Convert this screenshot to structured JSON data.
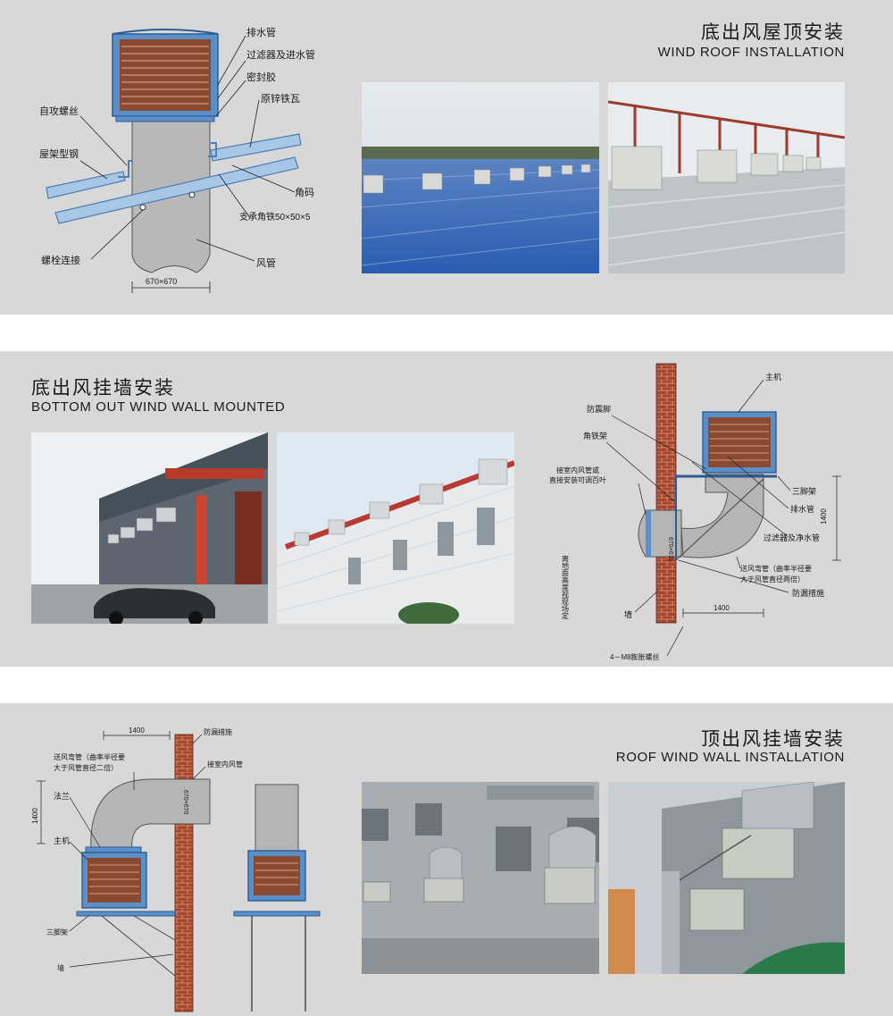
{
  "section1": {
    "title_zh": "底出风屋顶安装",
    "title_en": "WIND ROOF INSTALLATION",
    "labels": {
      "drain": "排水管",
      "filter_inlet": "过滤器及进水管",
      "sealant": "密封胶",
      "zinc_tile": "原锌铁瓦",
      "screw": "自攻螺丝",
      "steel": "屋架型钢",
      "angle_code": "角码",
      "support": "支承角铁50×50×5",
      "bolt": "螺栓连接",
      "duct": "风管",
      "dim": "670×670"
    }
  },
  "section2": {
    "title_zh": "底出风挂墙安装",
    "title_en": "BOTTOM OUT WIND WALL MOUNTED",
    "labels": {
      "host": "主机",
      "anti_vibration": "防震脚",
      "angle_frame": "角铁架",
      "connect_duct": "接室内风管或",
      "connect_duct2": "直接安装可调百叶",
      "tripod": "三脚架",
      "drain": "排水管",
      "filter_clean": "过滤器及净水管",
      "elbow": "送风弯管（曲率半径要",
      "elbow2": "大于风管直径两倍）",
      "seal": "防漏措施",
      "wall": "墙",
      "height_note": "离地面高度视现场定",
      "bolts": "4－M8膨胀螺丝",
      "dim_w": "1400",
      "dim_h": "1400",
      "dim_duct": "670×670"
    }
  },
  "section3": {
    "title_zh": "顶出风挂墙安装",
    "title_en": "ROOF WIND WALL INSTALLATION",
    "labels": {
      "seal": "防漏措施",
      "elbow": "送风弯管（曲率半径要",
      "elbow2": "大于风管直径二倍）",
      "indoor_duct": "接室内风管",
      "flange": "法兰",
      "host": "主机",
      "tripod": "三脚架",
      "wall": "墙",
      "dim_w": "1400",
      "dim_h": "1400",
      "dim_duct": "670×670"
    }
  },
  "colors": {
    "panel_bg": "#d8d8d8",
    "unit_brown": "#8a4a32",
    "unit_frame": "#5b8fc8",
    "brick": "#a8452a",
    "duct_gray": "#b5b5b5",
    "roof_blue": "#2f64b5"
  }
}
